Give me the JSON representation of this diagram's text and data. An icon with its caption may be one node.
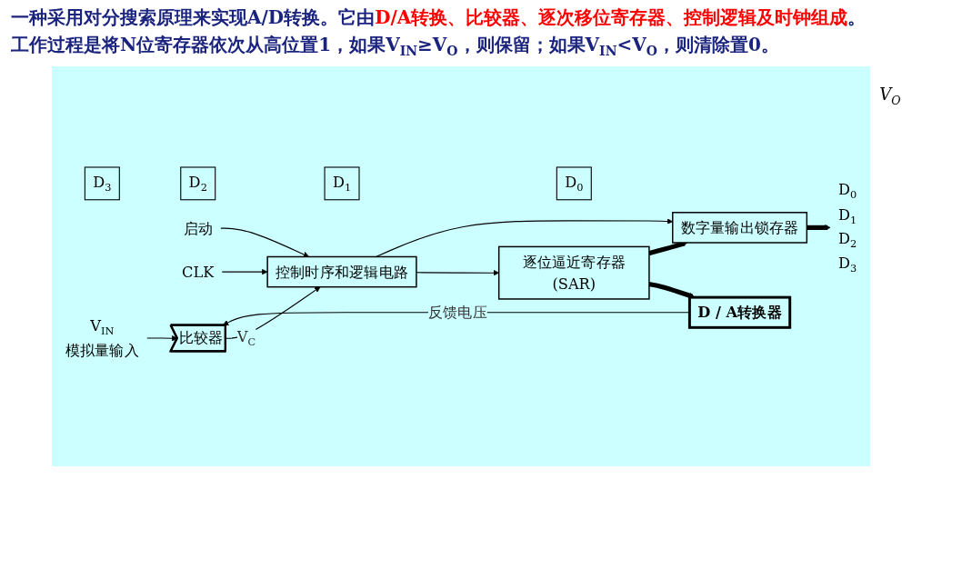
{
  "diagram": {
    "nodes": [
      {
        "text": [
          "V$_{IN}$",
          "模拟量输入"
        ]
      },
      {
        "text": [
          "比较器"
        ]
      },
      {
        "text": [
          "D / A转换器"
        ]
      },
      {
        "text": [
          "启动"
        ]
      },
      {
        "text": [
          "CLK"
        ]
      },
      {
        "text": [
          "控制时序和逻辑电路"
        ]
      },
      {
        "text": [
          "逐位逼近寄存器(SAR)"
        ]
      },
      {
        "text": [
          "D$_{3}$"
        ]
      },
      {
        "text": [
          "D$_{2}$"
        ]
      },
      {
        "text": [
          "D$_{1}$"
        ]
      },
      {
        "text": [
          "D$_{0}$"
        ]
      },
      {
        "text": [
          "数字量输出锁存器"
        ]
      },
      {
        "text": [
          "D$_{0}$",
          "D$_{1}$",
          "D$_{2}$",
          "D$_{3}$"
        ]
      }
    ],
    "edges": [
      {
        "from": 0,
        "to": 1,
        "arrow": "to"
      },
      {
        "from": 2,
        "to": 1,
        "arrow": "to",
        "label": "反馈电压"
      },
      {
        "from": 1,
        "to": 5,
        "arrow": "to",
        "label": "V$_{C}$"
      },
      {
        "from": 3,
        "to": 5,
        "arrow": "to"
      },
      {
        "from": 4,
        "to": 5,
        "arrow": "to"
      },
      {
        "from": 5,
        "to": 6,
        "arrow": "to"
      },
      {
        "from": 6,
        "to": 2,
        "arrow": "to",
        "style": "thick"
      },
      {
        "from": 6,
        "to": 11,
        "arrow": "to",
        "style": "thick"
      },
      {
        "from": 5,
        "to": 11,
        "arrow": "to"
      },
      {
        "from": 11,
        "to": 12,
        "arrow": "to",
        "style": "thick"
      }
    ],
    "labels": [
      "一种采用对分搜索原理来实现A/D转换。它由",
      "D/A转换、比较器、逐次移位寄存器、控制逻辑及时钟组成",
      "。",
      "工作过程是将N位寄存器依次从高位置1，如果V$_{IN}$≥V$_{O}$，则保留；如果V$_{IN}$<V$_{O}$，则清除置0。",
      "V$_{O}$"
    ]
  }
}
